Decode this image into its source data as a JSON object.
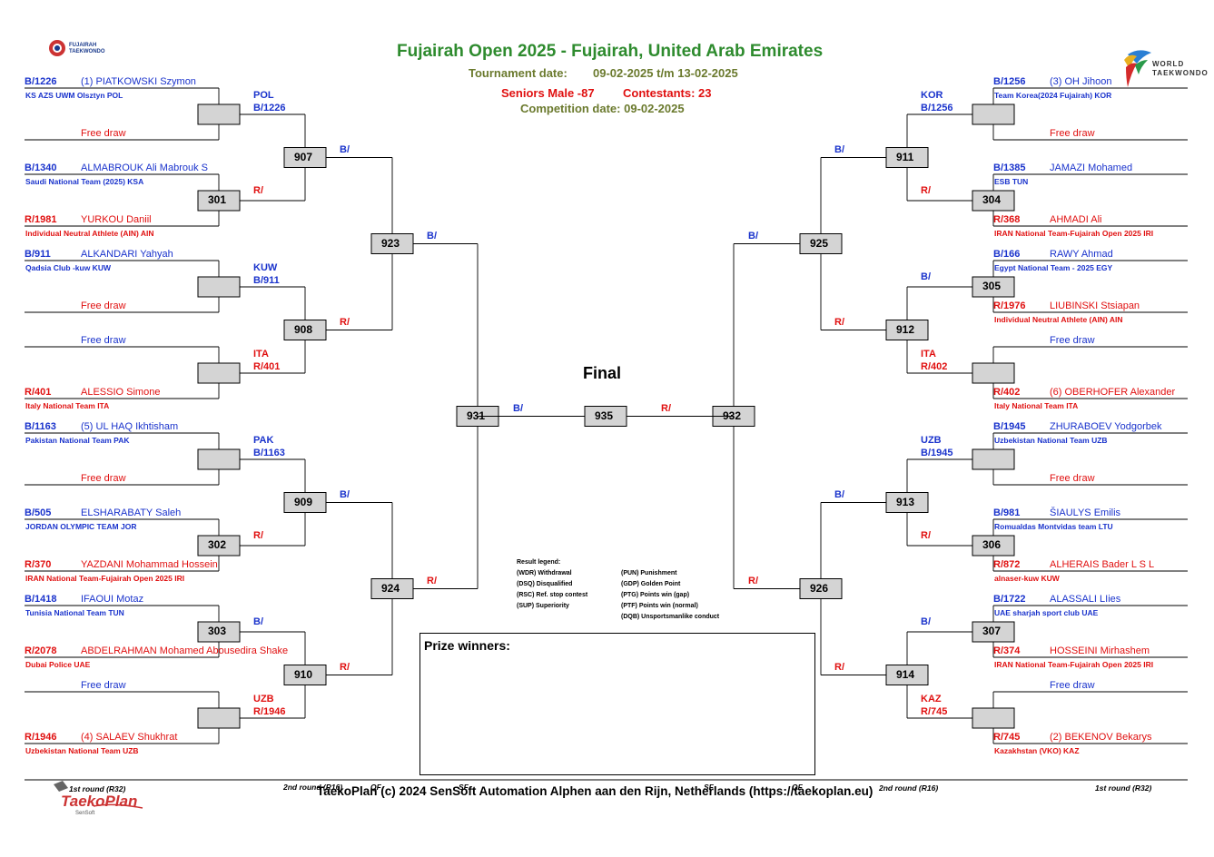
{
  "header": {
    "title": "Fujairah Open 2025 - Fujairah, United Arab Emirates",
    "tournament_date_label": "Tournament date:",
    "tournament_date": "09-02-2025 t/m 13-02-2025",
    "category": "Seniors Male -87",
    "contestants": "Contestants: 23",
    "competition_date": "Competition date: 09-02-2025"
  },
  "logos": {
    "left_logo_text": "FUJAIRAH TAEKWONDO",
    "right_logo_line1": "WORLD",
    "right_logo_line2": "TAEKWONDO",
    "bottom_logo_text": "TaekoPlan",
    "bottom_logo_small": "SenSoft"
  },
  "colors": {
    "blue": "#1a33cc",
    "red": "#e01010",
    "green": "#2e8b2e",
    "box_fill": "#d4d4d4"
  },
  "final_label": "Final",
  "prize_label": "Prize winners:",
  "legend": {
    "title": "Result legend:",
    "col1": [
      "(WDR) Withdrawal",
      "(DSQ) Disqualified",
      "(RSC) Ref. stop contest",
      "(SUP) Superiority"
    ],
    "col2": [
      "(PUN) Punishment",
      "(GDP) Golden Point",
      "(PTG) Points win (gap)",
      "(PTF) Points win (normal)",
      "(DQB) Unsportsmanlike conduct"
    ]
  },
  "footer": {
    "copyright": "TaekoPlan (c) 2024 SenSoft Automation Alphen aan den Rijn, Netherlands (https://taekoplan.eu)",
    "round_left_r32": "1st round (R32)",
    "round_left_r16": "2nd round (R16)",
    "round_qf_left": "QF",
    "round_sf_left": "SF",
    "round_sf_right": "SF",
    "round_qf_right": "QF",
    "round_right_r16": "2nd round (R16)",
    "round_right_r32": "1st round (R32)"
  },
  "entries": [
    {
      "code": "B/1226",
      "name": "(1) PIATKOWSKI Szymon",
      "team": "KS AZS UWM Olsztyn POL",
      "c": "b"
    },
    {
      "code": "",
      "name": "Free draw",
      "team": "",
      "c": "r"
    },
    {
      "code": "B/1340",
      "name": "ALMABROUK Ali Mabrouk S",
      "team": "Saudi National Team (2025) KSA",
      "c": "b"
    },
    {
      "code": "R/1981",
      "name": "YURKOU Daniil",
      "team": "Individual Neutral Athlete (AIN) AIN",
      "c": "r"
    },
    {
      "code": "B/911",
      "name": "ALKANDARI Yahyah",
      "team": "Qadsia Club -kuw KUW",
      "c": "b"
    },
    {
      "code": "",
      "name": "Free draw",
      "team": "",
      "c": "r"
    },
    {
      "code": "",
      "name": "Free draw",
      "team": "",
      "c": "b"
    },
    {
      "code": "R/401",
      "name": "ALESSIO Simone",
      "team": "Italy National Team ITA",
      "c": "r"
    },
    {
      "code": "B/1163",
      "name": "(5) UL HAQ Ikhtisham",
      "team": "Pakistan National Team PAK",
      "c": "b"
    },
    {
      "code": "",
      "name": "Free draw",
      "team": "",
      "c": "r"
    },
    {
      "code": "B/505",
      "name": "ELSHARABATY Saleh",
      "team": "JORDAN OLYMPIC TEAM JOR",
      "c": "b"
    },
    {
      "code": "R/370",
      "name": "YAZDANI Mohammad Hossein",
      "team": "IRAN National Team-Fujairah Open 2025 IRI",
      "c": "r"
    },
    {
      "code": "B/1418",
      "name": "IFAOUI Motaz",
      "team": "Tunisia National Team TUN",
      "c": "b"
    },
    {
      "code": "R/2078",
      "name": "ABDELRAHMAN Mohamed Abousedira Shake",
      "team": "Dubai Police UAE",
      "c": "r"
    },
    {
      "code": "",
      "name": "Free draw",
      "team": "",
      "c": "b"
    },
    {
      "code": "R/1946",
      "name": "(4) SALAEV Shukhrat",
      "team": "Uzbekistan National Team UZB",
      "c": "r"
    },
    {
      "code": "B/1256",
      "name": "(3) OH Jihoon",
      "team": "Team Korea(2024 Fujairah) KOR",
      "c": "b"
    },
    {
      "code": "",
      "name": "Free draw",
      "team": "",
      "c": "r"
    },
    {
      "code": "B/1385",
      "name": "JAMAZI Mohamed",
      "team": "ESB TUN",
      "c": "b"
    },
    {
      "code": "R/368",
      "name": "AHMADI Ali",
      "team": "IRAN National Team-Fujairah Open 2025 IRI",
      "c": "r"
    },
    {
      "code": "B/166",
      "name": "RAWY Ahmad",
      "team": "Egypt National Team - 2025 EGY",
      "c": "b"
    },
    {
      "code": "R/1976",
      "name": "LIUBINSKI Stsiapan",
      "team": "Individual Neutral Athlete (AIN) AIN",
      "c": "r"
    },
    {
      "code": "",
      "name": "Free draw",
      "team": "",
      "c": "b"
    },
    {
      "code": "R/402",
      "name": "(6) OBERHOFER Alexander",
      "team": "Italy National Team ITA",
      "c": "r"
    },
    {
      "code": "B/1945",
      "name": "ZHURABOEV Yodgorbek",
      "team": "Uzbekistan National Team UZB",
      "c": "b"
    },
    {
      "code": "",
      "name": "Free draw",
      "team": "",
      "c": "r"
    },
    {
      "code": "B/981",
      "name": "ŠIAULYS Emilis",
      "team": "Romualdas Montvidas team LTU",
      "c": "b"
    },
    {
      "code": "R/872",
      "name": "ALHERAIS Bader L S L",
      "team": "alnaser-kuw KUW",
      "c": "r"
    },
    {
      "code": "B/1722",
      "name": "ALASSALI LIies",
      "team": "UAE sharjah sport club UAE",
      "c": "b"
    },
    {
      "code": "R/374",
      "name": "HOSSEINI Mirhashem",
      "team": "IRAN National Team-Fujairah Open 2025 IRI",
      "c": "r"
    },
    {
      "code": "",
      "name": "Free draw",
      "team": "",
      "c": "b"
    },
    {
      "code": "R/745",
      "name": "(2) BEKENOV Bekarys",
      "team": "Kazakhstan (VKO) KAZ",
      "c": "r"
    }
  ],
  "r1_boxes": [
    "",
    "301",
    "",
    "",
    "",
    "302",
    "303",
    "",
    "",
    "304",
    "305",
    "",
    "",
    "306",
    "307",
    ""
  ],
  "r1_upper_labels": [
    "POL\nB/1226",
    "",
    "KUW\nB/911",
    "ITA\nR/401",
    "PAK\nB/1163",
    "",
    "",
    "UZB\nR/1946",
    "KOR\nB/1256",
    "",
    "",
    "ITA\nR/402",
    "UZB\nB/1945",
    "",
    "",
    "KAZ\nR/745"
  ],
  "r1_lower_labels": [
    "",
    "R/",
    "",
    "",
    "",
    "R/",
    "B/",
    "",
    "",
    "R/",
    "B/",
    "",
    "",
    "R/",
    "B/",
    ""
  ],
  "r16_boxes": [
    "907",
    "908",
    "909",
    "910",
    "911",
    "912",
    "913",
    "914"
  ],
  "qf_boxes": [
    "923",
    "924",
    "925",
    "926"
  ],
  "sf_boxes": [
    "931",
    "932"
  ],
  "final_box": "935",
  "win_b": "B/",
  "win_r": "R/"
}
